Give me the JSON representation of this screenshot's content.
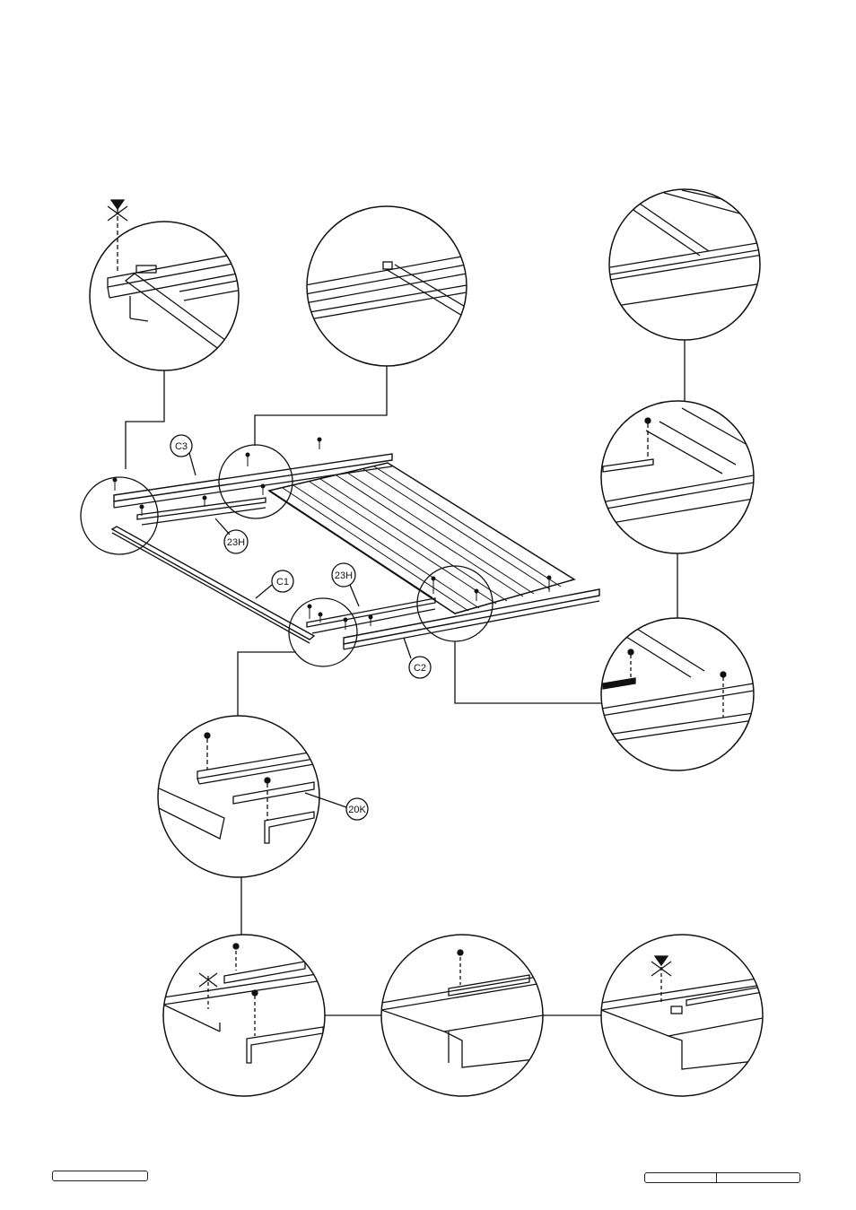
{
  "labels": {
    "c1": "C1",
    "c2": "C2",
    "c3": "C3",
    "h23_left": "23H",
    "h23_center": "23H",
    "k20": "20K"
  }
}
